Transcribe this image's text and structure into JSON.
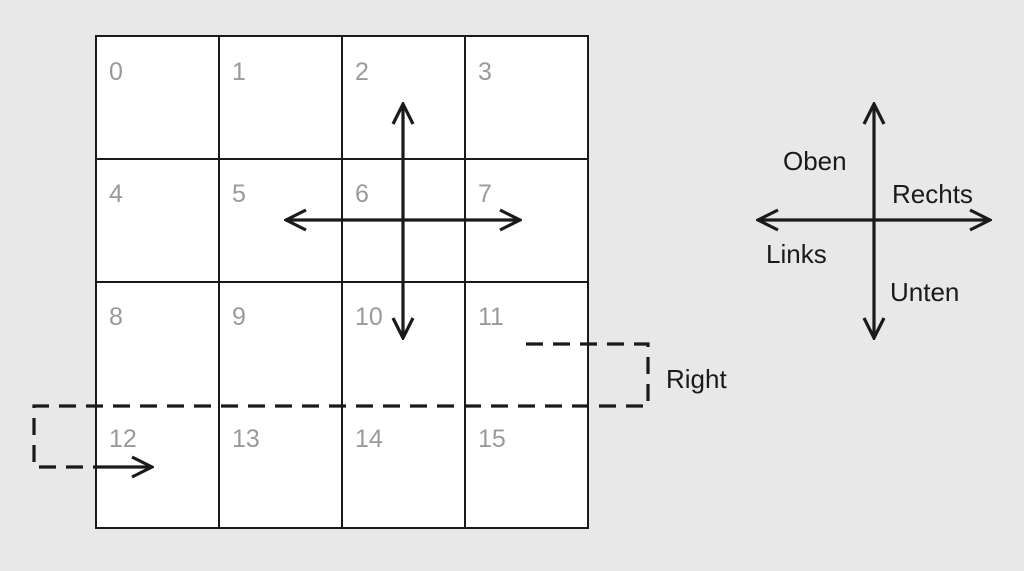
{
  "grid": {
    "cells": [
      "0",
      "1",
      "2",
      "3",
      "4",
      "5",
      "6",
      "7",
      "8",
      "9",
      "10",
      "11",
      "12",
      "13",
      "14",
      "15"
    ]
  },
  "wrap_label": "Right",
  "compass": {
    "up": "Oben",
    "right": "Rechts",
    "left": "Links",
    "down": "Unten"
  },
  "colors": {
    "background": "#e8e8e8",
    "cell_fill": "#ffffff",
    "stroke": "#1a1a1a",
    "cell_number": "#9a9a9a"
  }
}
